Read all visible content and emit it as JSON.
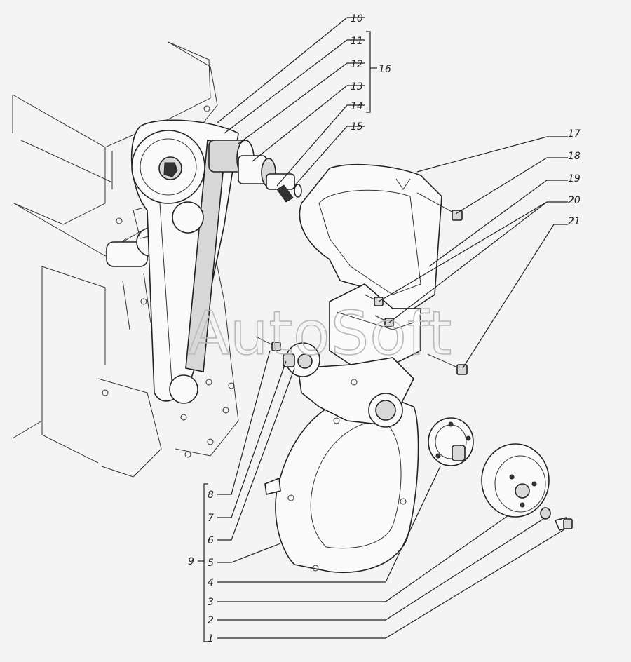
{
  "watermark": "AutoSoft",
  "labels": {
    "l1": "1",
    "l2": "2",
    "l3": "3",
    "l4": "4",
    "l5": "5",
    "l6": "6",
    "l7": "7",
    "l8": "8",
    "l9": "9",
    "l10": "10",
    "l11": "11",
    "l12": "12",
    "l13": "13",
    "l14": "14",
    "l15": "15",
    "l16": "16",
    "l17": "17",
    "l18": "18",
    "l19": "19",
    "l20": "20",
    "l21": "21"
  }
}
